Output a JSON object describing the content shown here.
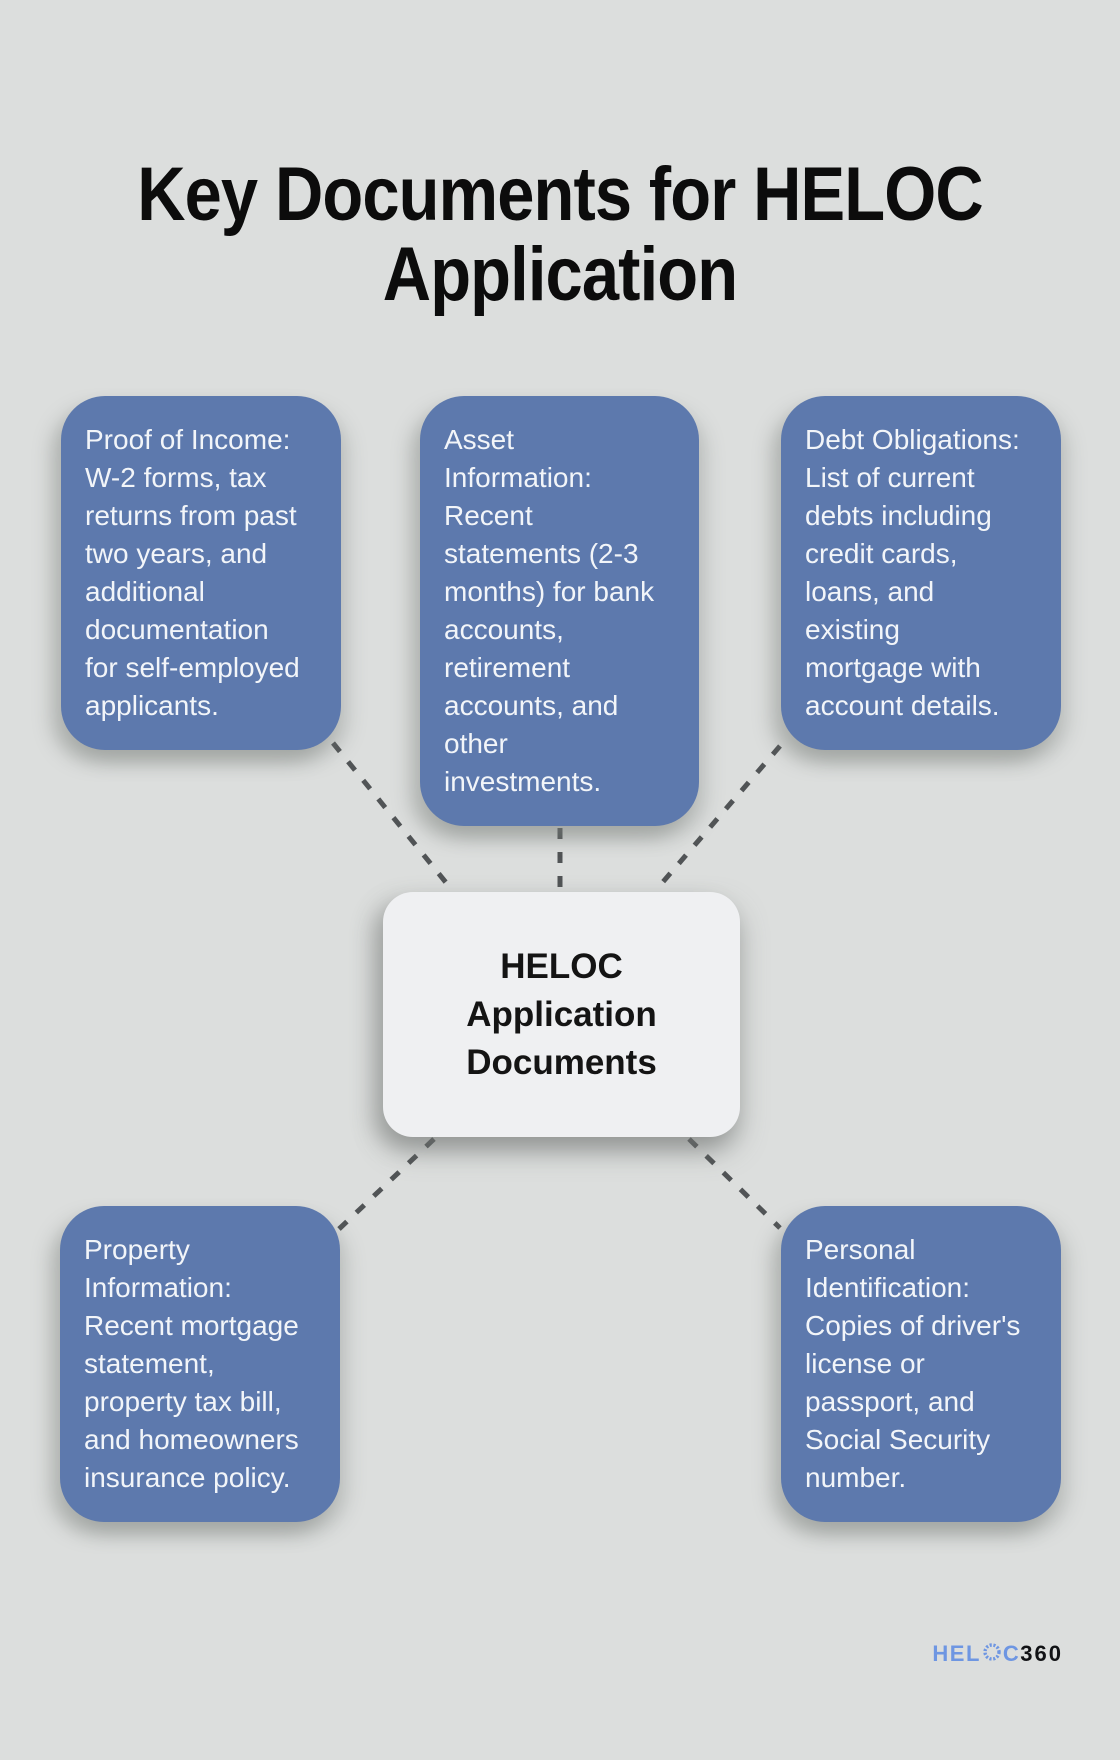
{
  "page": {
    "title_lines": [
      "Key Documents for HELOC",
      "Application"
    ],
    "background_color": "#dcdedd",
    "node_color": "#5d79ad",
    "node_text_color": "#f2f5f9",
    "connector_color": "#515456"
  },
  "center_node": {
    "lines": [
      "HELOC",
      "Application",
      "Documents"
    ]
  },
  "nodes": {
    "income": {
      "lines": [
        "Proof of Income:",
        "W-2 forms, tax",
        "returns from past",
        "two years, and",
        "additional",
        "documentation",
        "for self-employed",
        "applicants."
      ]
    },
    "asset": {
      "lines": [
        "Asset",
        "Information:",
        "Recent",
        "statements (2-3",
        "months) for bank",
        "accounts,",
        "retirement",
        "accounts, and",
        "other",
        "investments."
      ]
    },
    "debt": {
      "lines": [
        "Debt Obligations:",
        "List of current",
        "debts including",
        "credit cards,",
        "loans, and",
        "existing",
        "mortgage with",
        "account details."
      ]
    },
    "property": {
      "lines": [
        "Property",
        "Information:",
        "Recent mortgage",
        "statement,",
        "property tax bill,",
        "and homeowners",
        "insurance policy."
      ]
    },
    "personal": {
      "lines": [
        "Personal",
        "Identification:",
        "Copies of driver's",
        "license or",
        "passport, and",
        "Social Security",
        "number."
      ]
    }
  },
  "logo": {
    "left_text": "HEL",
    "right_text": "C",
    "suffix_text": "360",
    "icon": "pinwheel-ring-icon",
    "primary_color": "#6e96e2",
    "secondary_color": "#111215"
  }
}
